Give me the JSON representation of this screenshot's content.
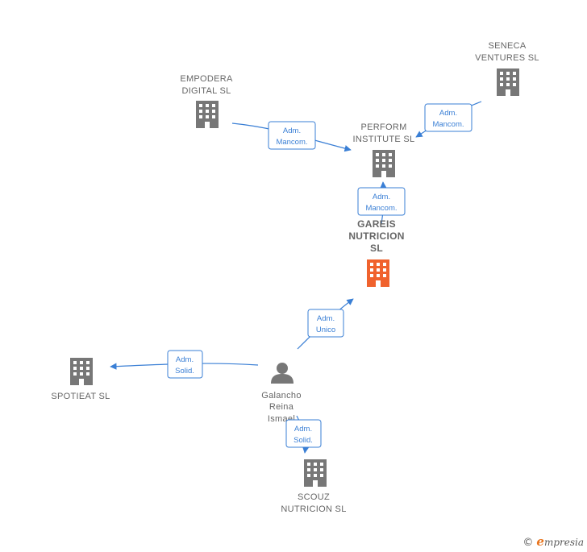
{
  "colors": {
    "company": "#777777",
    "main_company": "#f0622d",
    "person": "#777777",
    "edge": "#3a7fd5"
  },
  "nodes": [
    {
      "id": "empodera",
      "type": "company",
      "lines": [
        "EMPODERA",
        "DIGITAL  SL"
      ]
    },
    {
      "id": "seneca",
      "type": "company",
      "lines": [
        "SENECA",
        "VENTURES  SL"
      ]
    },
    {
      "id": "perform",
      "type": "company",
      "lines": [
        "PERFORM",
        "INSTITUTE  SL"
      ]
    },
    {
      "id": "gareis",
      "type": "main",
      "lines": [
        "GAREIS",
        "NUTRICION",
        "SL"
      ]
    },
    {
      "id": "spotieat",
      "type": "company",
      "lines": [
        "SPOTIEAT  SL"
      ]
    },
    {
      "id": "galancho",
      "type": "person",
      "lines": [
        "Galancho",
        "Reina",
        "Ismael"
      ]
    },
    {
      "id": "scouz",
      "type": "company",
      "lines": [
        "SCOUZ",
        "NUTRICION  SL"
      ]
    }
  ],
  "edges": [
    {
      "id": "empodera-perform",
      "lines": [
        "Adm.",
        "Mancom."
      ]
    },
    {
      "id": "seneca-perform",
      "lines": [
        "Adm.",
        "Mancom."
      ]
    },
    {
      "id": "gareis-perform",
      "lines": [
        "Adm.",
        "Mancom."
      ]
    },
    {
      "id": "galancho-gareis",
      "lines": [
        "Adm.",
        "Unico"
      ]
    },
    {
      "id": "galancho-spotieat",
      "lines": [
        "Adm.",
        "Solid."
      ]
    },
    {
      "id": "galancho-scouz",
      "lines": [
        "Adm.",
        "Solid."
      ]
    }
  ],
  "brand": {
    "copyright": "©",
    "initial": "e",
    "name": "mpresia"
  }
}
